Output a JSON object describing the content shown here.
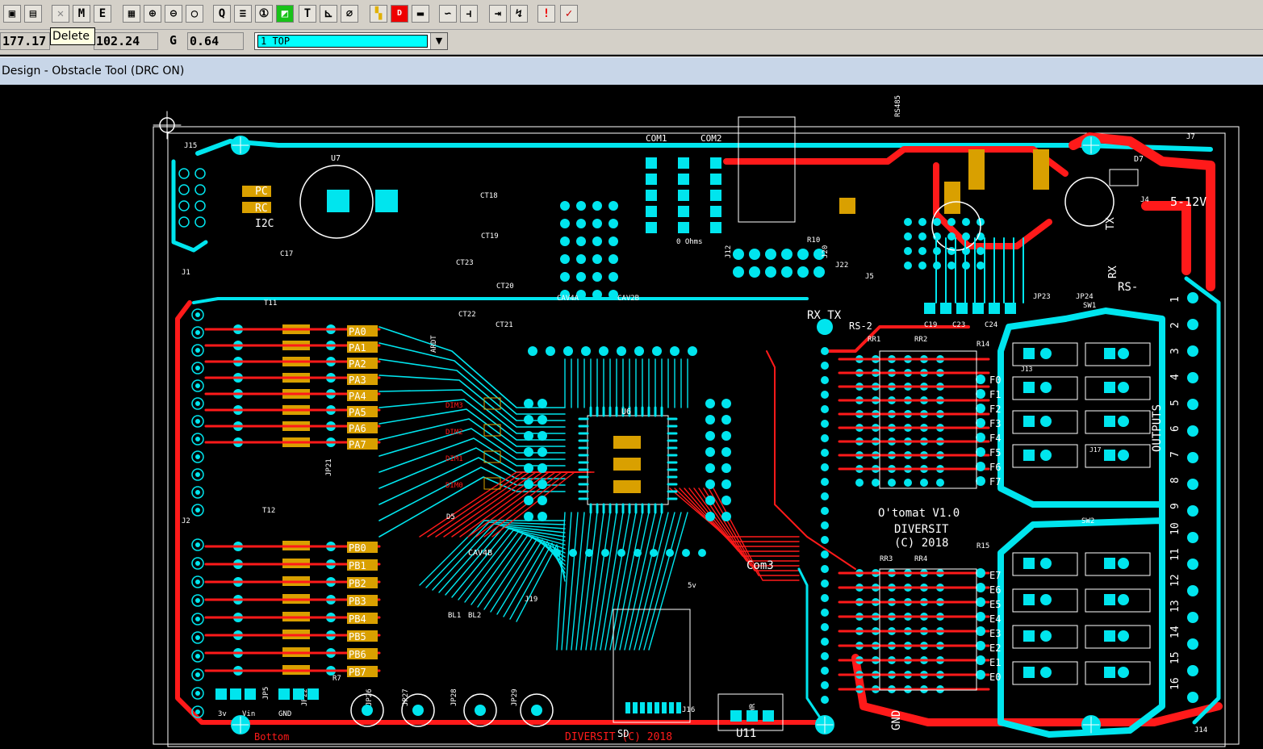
{
  "toolbar": {
    "buttons": [
      {
        "icon": "save-icon",
        "glyph": "▣"
      },
      {
        "icon": "save-all-icon",
        "glyph": "▤"
      },
      {
        "icon": "delete-icon",
        "glyph": "✕"
      },
      {
        "icon": "find-icon",
        "glyph": "M"
      },
      {
        "icon": "edit-icon",
        "glyph": "E"
      },
      {
        "icon": "grid-icon",
        "glyph": "▦"
      },
      {
        "icon": "zoom-in-icon",
        "glyph": "⊕"
      },
      {
        "icon": "zoom-out-icon",
        "glyph": "⊖"
      },
      {
        "icon": "zoom-fit-icon",
        "glyph": "○"
      },
      {
        "icon": "query-icon",
        "glyph": "Q"
      },
      {
        "icon": "spreadsheet-icon",
        "glyph": "≡"
      },
      {
        "icon": "info-icon",
        "glyph": "①"
      },
      {
        "icon": "obstacle-tool-icon",
        "glyph": "◩"
      },
      {
        "icon": "text-icon",
        "glyph": "T"
      },
      {
        "icon": "dimension-icon",
        "glyph": "⊾"
      },
      {
        "icon": "null-icon",
        "glyph": "∅"
      },
      {
        "icon": "color-palette-icon",
        "glyph": "▚"
      },
      {
        "icon": "drc-icon",
        "glyph": "D"
      },
      {
        "icon": "component-icon",
        "glyph": "▬"
      },
      {
        "icon": "route-icon",
        "glyph": "∽"
      },
      {
        "icon": "fanout-icon",
        "glyph": "⫞"
      },
      {
        "icon": "push-icon",
        "glyph": "⇥"
      },
      {
        "icon": "shove-icon",
        "glyph": "↯"
      },
      {
        "icon": "marker-icon",
        "glyph": "!"
      },
      {
        "icon": "drc-check-icon",
        "glyph": "✓"
      }
    ]
  },
  "tooltip": {
    "text": "Delete"
  },
  "status": {
    "x_coord": "177.17",
    "y_coord": "102.24",
    "grid_label": "G",
    "grid_value": "0.64",
    "layer": "1  TOP"
  },
  "title": {
    "text": "Design - Obstacle Tool (DRC ON)"
  },
  "board": {
    "labels": {
      "j15": "J15",
      "u7": "U7",
      "j1": "J1",
      "j2": "J2",
      "j13": "J13",
      "j14": "J14",
      "j4": "J4",
      "j7": "J7",
      "j16": "J16",
      "j17": "J17",
      "d7": "D7",
      "d5": "D5",
      "u6": "U6",
      "u11": "U11",
      "rr1": "RR1",
      "rr2": "RR2",
      "rr3": "RR3",
      "rr4": "RR4",
      "r14": "R14",
      "r15": "R15",
      "r7": "R7",
      "r10": "R10",
      "com1": "COM1",
      "com2": "COM2",
      "com3": "Com3",
      "c17": "C17",
      "c19": "C19",
      "c23": "C23",
      "c24": "C24",
      "ct18": "CT18",
      "ct19": "CT19",
      "ct20": "CT20",
      "ct21": "CT21",
      "ct22": "CT22",
      "ct23": "CT23",
      "cav4a": "CAV4A",
      "cav4b": "CAV4B",
      "cav2b": "CAV2B",
      "jp5": "JP5",
      "jp21": "JP21",
      "jp22": "JP22",
      "jp23": "JP23",
      "jp24": "JP24",
      "jp26": "JP26",
      "jp27": "JP27",
      "jp28": "JP28",
      "jp29": "JP29",
      "ta1": "T11",
      "ta2": "T12",
      "sw1": "SW1",
      "sw2": "SW2",
      "sd": "SD",
      "tx": "TX",
      "rx": "RX",
      "rs": "RS-",
      "rs2": "RS-2",
      "rs485": "RS485",
      "volt": "5-12V",
      "gnd": "GND",
      "outputs": "OUTPUTS",
      "pc": "PC",
      "rc": "RC",
      "i2c": "I2C",
      "rx_tx": "RX TX",
      "bottom": "Bottom",
      "pwr": "PWR",
      "gnd2": "GND",
      "vin": "Vin",
      "v3": "3v",
      "v5": "5v",
      "otomat1": "O'tomat  V1.0",
      "otomat2": "DIVERSIT",
      "otomat3": "(C) 2018",
      "mirror": "DIVERSIT (C) 2018",
      "ardt": "ARDT",
      "dim1": "DIM3",
      "dim2": "DIM2",
      "dim3": "DIM1",
      "dim4": "DIM0",
      "j5": "J5",
      "j12": "J12",
      "j19": "J19",
      "j20": "J20",
      "j22": "J22",
      "bl1": "BL1",
      "bl2": "BL2",
      "ohms": "0 Ohms"
    },
    "pa_labels": [
      "PA0",
      "PA1",
      "PA2",
      "PA3",
      "PA4",
      "PA5",
      "PA6",
      "PA7"
    ],
    "pb_labels": [
      "PB0",
      "PB1",
      "PB2",
      "PB3",
      "PB4",
      "PB5",
      "PB6",
      "PB7"
    ],
    "e_labels": [
      "E7",
      "E6",
      "E5",
      "E4",
      "E3",
      "E2",
      "E1",
      "E0"
    ],
    "f_labels": [
      "F0",
      "F1",
      "F2",
      "F3",
      "F4",
      "F5",
      "F6",
      "F7"
    ],
    "out_numbers": [
      "1",
      "2",
      "3",
      "4",
      "5",
      "6",
      "7",
      "8",
      "9",
      "10",
      "11",
      "12",
      "13",
      "14",
      "15",
      "16"
    ]
  }
}
